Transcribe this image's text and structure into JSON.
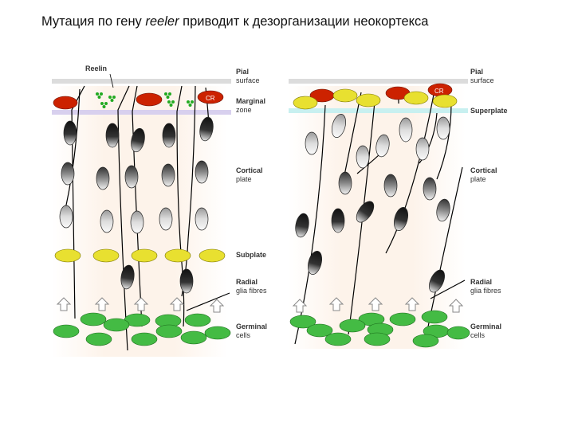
{
  "title": {
    "before": "Мутация по гену ",
    "italic": "reeler",
    "after": " приводит к дезорганизации неокортекса"
  },
  "labels": {
    "reelin": "Reelin",
    "cr": "CR",
    "left": {
      "pial": [
        "Pial",
        "surface"
      ],
      "marginal": [
        "Marginal",
        "zone"
      ],
      "cortical": [
        "Cortical",
        "plate"
      ],
      "subplate": "Subplate",
      "radial": [
        "Radial",
        "glia fibres"
      ],
      "germinal": [
        "Germinal",
        "cells"
      ]
    },
    "right": {
      "pial": [
        "Pial",
        "surface"
      ],
      "superplate": "Superplate",
      "cortical": [
        "Cortical",
        "plate"
      ],
      "radial": [
        "Radial",
        "glia fibres"
      ],
      "germinal": [
        "Germinal",
        "cells"
      ]
    }
  },
  "colors": {
    "cr_cell": "#cc2200",
    "subplate_cell": "#e8e030",
    "germinal_cell": "#44bb44",
    "reelin_dots": "#22aa22",
    "pial_band": "#dcdcdc",
    "marginal_band": "#d8d0ee",
    "superplate_band": "#c8f0f0",
    "background_tint": "#fdf3ea"
  }
}
